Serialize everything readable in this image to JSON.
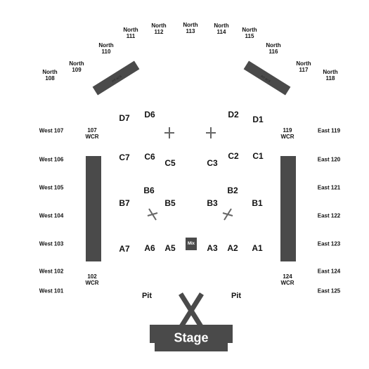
{
  "colors": {
    "structure": "#4a4a4a",
    "marker": "#666666",
    "text": "#111111",
    "stage_text": "#ffffff"
  },
  "north_sections": [
    {
      "line1": "North",
      "line2": "108"
    },
    {
      "line1": "North",
      "line2": "109"
    },
    {
      "line1": "North",
      "line2": "110"
    },
    {
      "line1": "North",
      "line2": "111"
    },
    {
      "line1": "North",
      "line2": "112"
    },
    {
      "line1": "North",
      "line2": "113"
    },
    {
      "line1": "North",
      "line2": "114"
    },
    {
      "line1": "North",
      "line2": "115"
    },
    {
      "line1": "North",
      "line2": "116"
    },
    {
      "line1": "North",
      "line2": "117"
    },
    {
      "line1": "North",
      "line2": "118"
    }
  ],
  "west_sections": [
    "West 107",
    "West 106",
    "West 105",
    "West 104",
    "West 103",
    "West 102",
    "West 101"
  ],
  "east_sections": [
    "East 119",
    "East 120",
    "East 121",
    "East 122",
    "East 123",
    "East 124",
    "East 125"
  ],
  "wcr_labels": [
    {
      "num": "107",
      "tag": "WCR"
    },
    {
      "num": "119",
      "tag": "WCR"
    },
    {
      "num": "102",
      "tag": "WCR"
    },
    {
      "num": "124",
      "tag": "WCR"
    }
  ],
  "floor_sections": [
    "D7",
    "D6",
    "D2",
    "D1",
    "C7",
    "C6",
    "C5",
    "C3",
    "C2",
    "C1",
    "B6",
    "B2",
    "B7",
    "B5",
    "B3",
    "B1",
    "A7",
    "A6",
    "A5",
    "A3",
    "A2",
    "A1"
  ],
  "pit_labels": [
    "Pit",
    "Pit"
  ],
  "stage_label": "Stage",
  "mix_label": "Mix",
  "ramp_labels": [
    "PIT ACS",
    "PIT ACS"
  ]
}
